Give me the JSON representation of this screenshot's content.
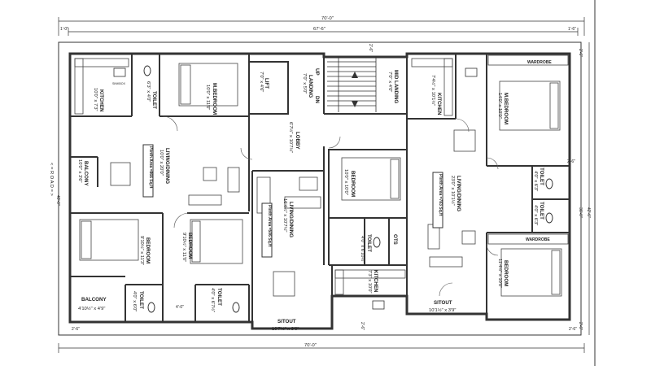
{
  "dimensions": {
    "top_overall": "70'-0\"",
    "top_inner": "67'-6\"",
    "top_left_margin": "1'-0\"",
    "top_right_margin": "1'-6\"",
    "bottom_overall": "70'-0\"",
    "bottom_left_margin": "2'-6\"",
    "bottom_right_margin": "2'-6\"",
    "left_side": "40'-0\"",
    "right_outer": "42'-6\"",
    "right_inner": "36'-0\"",
    "top_right_small": "2'-6\"",
    "right_mid_small": "2'-6\"",
    "right_bottom_small": "2'-6\"",
    "mid_top_small": "2'-6\"",
    "mid_bottom_small": "2'-6\"",
    "toilet_gap": "4'-0\""
  },
  "road_label": "< = R O A D = >",
  "rooms": {
    "kitchen_left": {
      "name": "KITCHEN",
      "size": "10'0\" x 7'3\""
    },
    "toilet_tl": {
      "name": "TOILET",
      "size": "6'3\" x 4'0\""
    },
    "mbedroom_left": {
      "name": "M.BEDROOM",
      "size": "10'0\" x 11'0\""
    },
    "lift": {
      "name": "LIFT",
      "size": "7'0\" x 4'6\""
    },
    "landing": {
      "name": "LANDING",
      "size": "7'0\" x 5'0\""
    },
    "up": "UP",
    "dn": "DN",
    "mid_landing": {
      "name": "MID LANDING",
      "size": "7'0\" x 4'0\""
    },
    "kitchen_right": {
      "name": "KITCHEN",
      "size": "7'4½\" x 10'1½\""
    },
    "mbedroom_right": {
      "name": "M.BEDROOM",
      "size": "14'0\" x 10'0\""
    },
    "wardrobe_top": "WARDROBE",
    "balcony_left": {
      "name": "BALCONY",
      "size": "10'0\" x 3'6\""
    },
    "living_left": {
      "name": "LIVING/DINING",
      "size": "10'0\" x 20'0\""
    },
    "plinth_left": "Plinth Area =866 Sq.ft",
    "lobby": {
      "name": "LOBBY",
      "size": "6'7½\" x 10'7½\""
    },
    "bedroom_mid": {
      "name": "BEDROOM",
      "size": "10'0\" x 10'0\""
    },
    "living_right": {
      "name": "LIVING/DINING",
      "size": "23'0\" x 10'1½\""
    },
    "plinth_right": "Plinth Area =783 Sq.ft",
    "toilet_r1": {
      "name": "TOILET",
      "size": "4'0\" x 6'3\""
    },
    "toilet_r2": {
      "name": "TOILET",
      "size": "4'0\" x 6'3\""
    },
    "wardrobe_mid": "WARDROBE",
    "bedroom_left1": {
      "name": "BEDROOM",
      "size": "9'10½\" x 11'3\""
    },
    "bedroom_left2": {
      "name": "BEDROOM",
      "size": "9'10½\" x 11'0\""
    },
    "living_mid": {
      "name": "LIVING/DINING",
      "size": "16'4½\" x 10'7½\""
    },
    "plinth_mid": "Plinth Area =506 Sq.ft",
    "toilet_mid": {
      "name": "TOILET",
      "size": "4'0\" x 6'10½\""
    },
    "ots": "OTS",
    "bedroom_right": {
      "name": "BEDROOM",
      "size": "11'4½\" x 10'0\""
    },
    "balcony_bl": {
      "name": "BALCONY",
      "size": "4'10½\" x 4'9\""
    },
    "toilet_bl": {
      "name": "TOILET",
      "size": "4'0\" x 6'0\""
    },
    "toilet_b2": {
      "name": "TOILET",
      "size": "4'0\" x 6'7½\""
    },
    "sitout_left": {
      "name": "SITOUT",
      "size": "10'7½\" x 3'0\""
    },
    "kitchen_mid": {
      "name": "KITCHEN",
      "size": "7'3\" x 10'0\""
    },
    "sitout_right": {
      "name": "SITOUT",
      "size": "10'1½\" x 3'9\""
    }
  },
  "fixtures": {
    "sink_label": "SINKBOX"
  }
}
